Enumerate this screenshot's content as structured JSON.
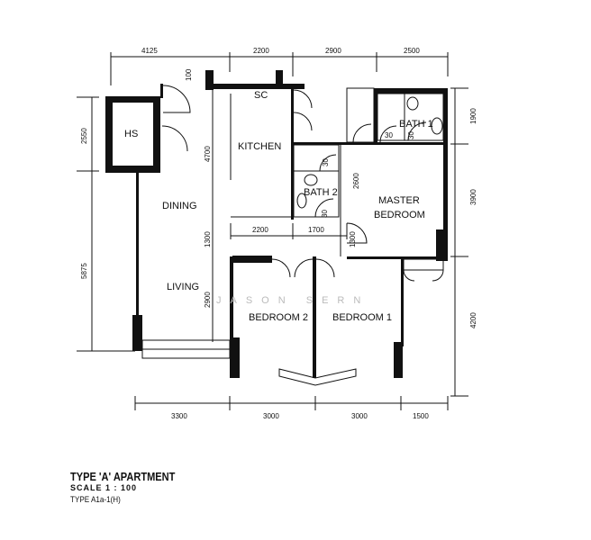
{
  "plan": {
    "rooms": {
      "hs": "HS",
      "sc": "SC",
      "kitchen": "KITCHEN",
      "dining": "DINING",
      "living": "LIVING",
      "bath1": "BATH 1",
      "bath2": "BATH 2",
      "master_line1": "MASTER",
      "master_line2": "BEDROOM",
      "bedroom2": "BEDROOM 2",
      "bedroom1": "BEDROOM 1"
    },
    "dims_top": [
      "4125",
      "2200",
      "2900",
      "2500"
    ],
    "dims_bottom": [
      "3300",
      "3000",
      "3000",
      "1500"
    ],
    "dims_left": [
      "2550",
      "5875"
    ],
    "dims_right": [
      "1900",
      "3900",
      "4200"
    ],
    "dims_inner": {
      "d4700": "4700",
      "d1300a": "1300",
      "d2900": "2900",
      "d2200": "2200",
      "d1700": "1700",
      "d2600": "2600",
      "d1300b": "1300",
      "door100": "100",
      "door30a": "30",
      "door30b": "30",
      "door30c": "30",
      "door30d": "30"
    },
    "watermark": "JASON SERN"
  },
  "caption": {
    "title": "TYPE 'A' APARTMENT",
    "scale": "SCALE 1 : 100",
    "type": "TYPE A1a-1(H)"
  }
}
